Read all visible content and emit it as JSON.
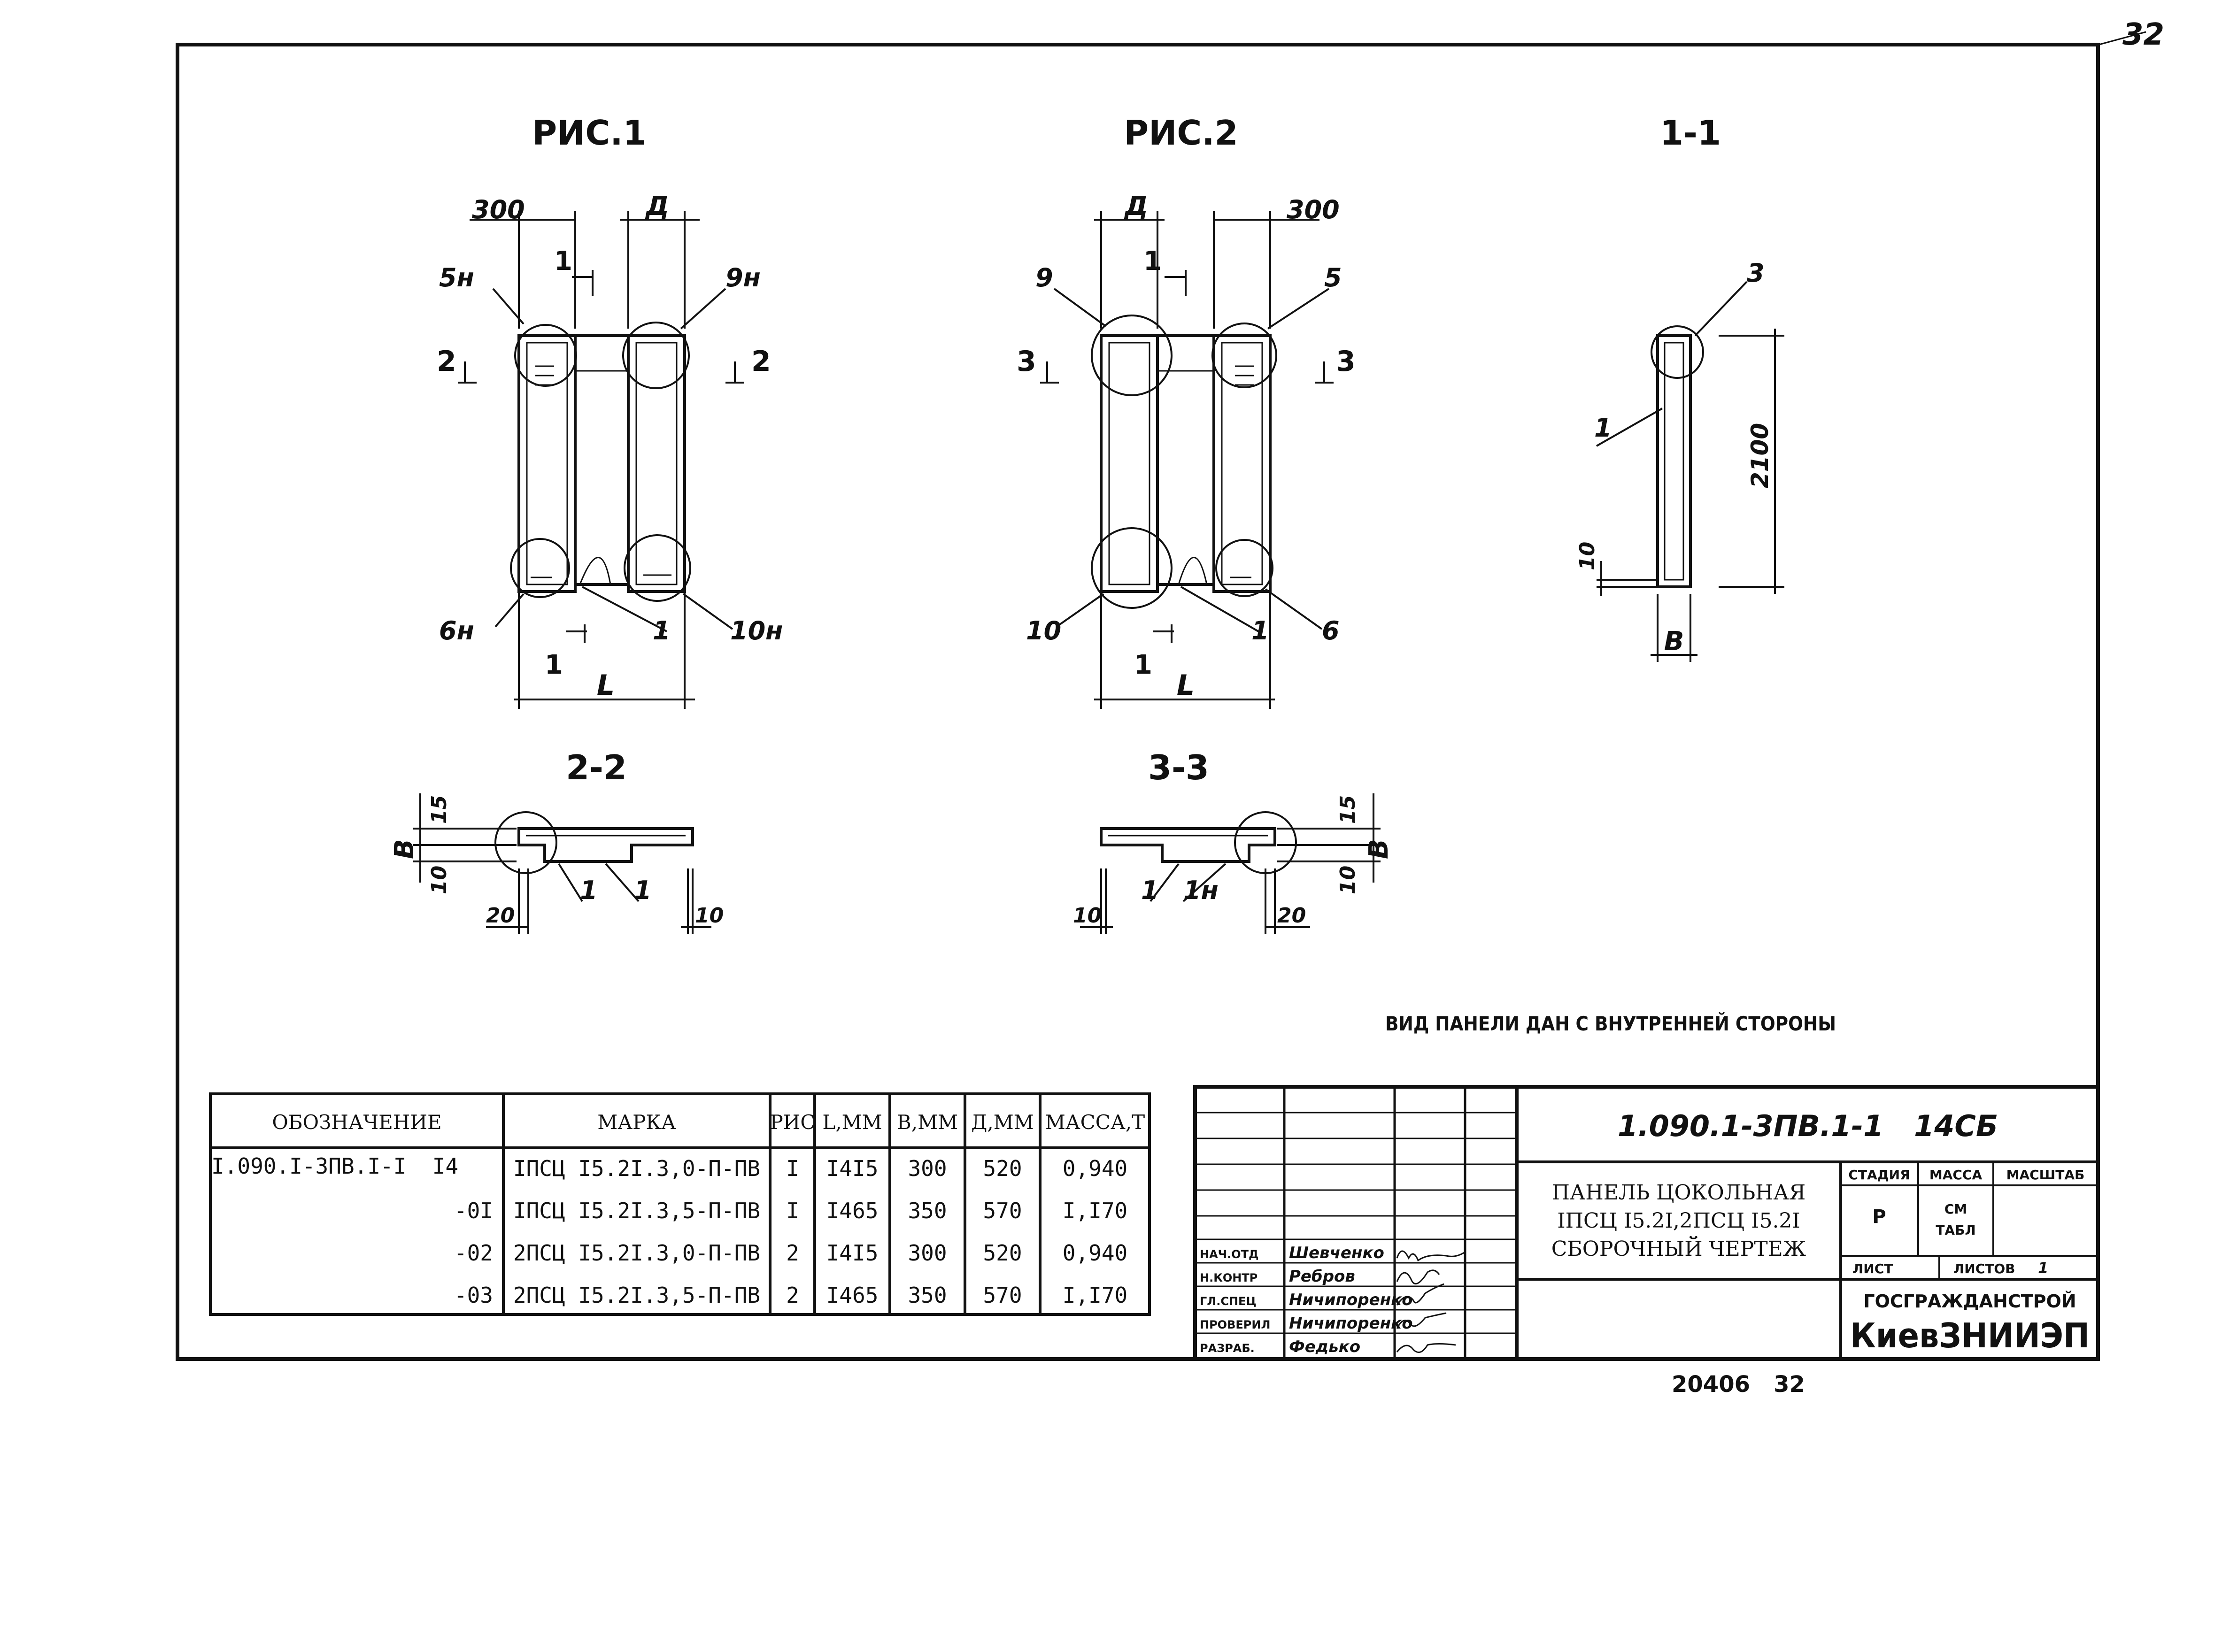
{
  "sheet_corner_number": "32",
  "figures": {
    "fig1_title": "РИС.1",
    "fig2_title": "РИС.2",
    "section_1_1": "1-1",
    "section_2_2": "2-2",
    "section_3_3": "3-3"
  },
  "fig1": {
    "dim_left": "300",
    "dim_top": "Д",
    "dim_bottom": "L",
    "sec_top": "1",
    "sec_bottom": "1",
    "sec_left": "2",
    "sec_right": "2",
    "callout_tl": "5н",
    "callout_tr": "9н",
    "callout_bl": "6н",
    "callout_bc": "1",
    "callout_br": "10н"
  },
  "fig2": {
    "dim_top": "Д",
    "dim_right": "300",
    "dim_bottom": "L",
    "sec_top": "1",
    "sec_bottom": "1",
    "sec_left": "3",
    "sec_right": "3",
    "callout_tl": "9",
    "callout_tr": "5",
    "callout_bl": "10",
    "callout_bc": "1",
    "callout_br": "6"
  },
  "sec11": {
    "callout_top": "3",
    "callout_mid": "1",
    "dim_height": "2100",
    "dim_bottom": "10",
    "dim_width": "В"
  },
  "sec22": {
    "dim_top": "15",
    "dim_b": "В",
    "dim_bottom": "10",
    "dim_left": "20",
    "dim_right": "10",
    "callout_a": "1",
    "callout_b": "1"
  },
  "sec33": {
    "dim_top": "15",
    "dim_b": "В",
    "dim_bottom": "10",
    "dim_left": "10",
    "dim_right": "20",
    "callout_a": "1",
    "callout_b": "1н"
  },
  "note": "ВИД ПАНЕЛИ ДАН С ВНУТРЕННЕЙ СТОРОНЫ",
  "spec_table": {
    "headers": [
      "ОБОЗНАЧЕНИЕ",
      "МАРКА",
      "РИС",
      "L,ММ",
      "В,ММ",
      "Д,ММ",
      "МАССА,Т"
    ],
    "rows": [
      [
        "I.090.I-3ПВ.I-I  I4",
        "IПСЦ I5.2I.3,0-П-ПВ",
        "I",
        "I4I5",
        "300",
        "520",
        "0,940"
      ],
      [
        "-0I",
        "IПСЦ I5.2I.3,5-П-ПВ",
        "I",
        "I465",
        "350",
        "570",
        "I,I70"
      ],
      [
        "-02",
        "2ПСЦ I5.2I.3,0-П-ПВ",
        "2",
        "I4I5",
        "300",
        "520",
        "0,940"
      ],
      [
        "-03",
        "2ПСЦ I5.2I.3,5-П-ПВ",
        "2",
        "I465",
        "350",
        "570",
        "I,I70"
      ]
    ]
  },
  "title_block": {
    "code": "1.090.1-3ПВ.1-1   14СБ",
    "title_line1": "ПАНЕЛЬ ЦОКОЛЬНАЯ",
    "title_line2": "IПСЦ I5.2I,2ПСЦ I5.2I",
    "title_line3": "СБОРОЧНЫЙ ЧЕРТЕЖ",
    "stage_label": "СТАДИЯ",
    "mass_label": "МАССА",
    "scale_label": "МАСШТАБ",
    "stage_value": "Р",
    "mass_value_1": "СМ",
    "mass_value_2": "ТАБЛ",
    "sheet_label": "ЛИСТ",
    "sheets_label": "ЛИСТОВ",
    "sheets_value": "1",
    "org_1": "ГОСГРАЖДАНСТРОЙ",
    "org_2": "КиевЗНИИЭП",
    "signatures": [
      {
        "role": "НАЧ.ОТД",
        "name": "Шевченко"
      },
      {
        "role": "Н.КОНТР",
        "name": "Ребров"
      },
      {
        "role": "ГЛ.СПЕЦ",
        "name": "Ничипоренко"
      },
      {
        "role": "ПРОВЕРИЛ",
        "name": "Ничипоренко"
      },
      {
        "role": "РАЗРАБ.",
        "name": "Федько"
      }
    ]
  },
  "bottom_stamp": "20406   32"
}
